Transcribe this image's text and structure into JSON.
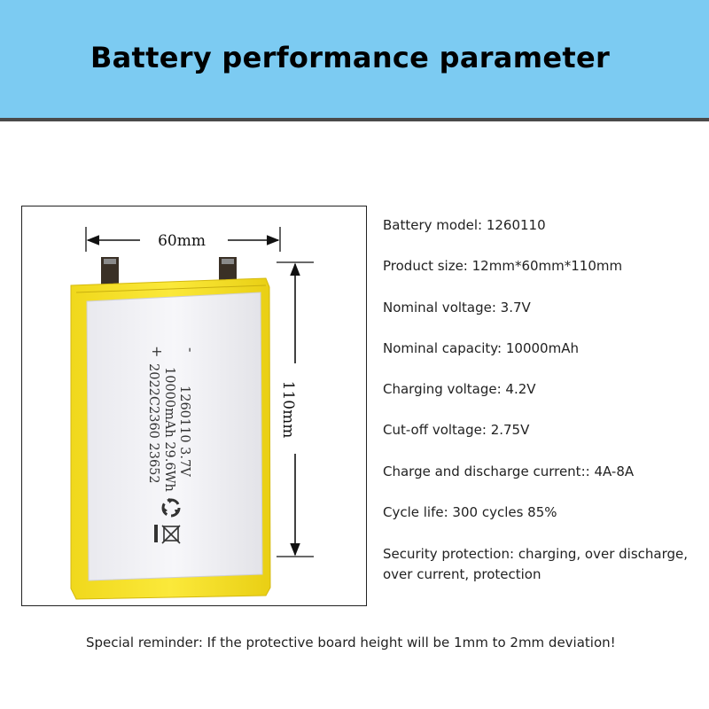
{
  "header": {
    "title": "Battery performance parameter",
    "background": "#7ccbf2"
  },
  "diagram": {
    "width_label": "60mm",
    "height_label": "110mm",
    "print_line1": "1260110 3.7V",
    "print_line2": "10000mAh 29.6Wh",
    "print_line3": "2022C2360 23652",
    "minus_sign": "-",
    "plus_sign": "+",
    "body_color": "#f5e32a",
    "icons": [
      "recycle-icon",
      "crossed-bin-icon"
    ]
  },
  "params": [
    "Battery model: 1260110",
    "Product size: 12mm*60mm*110mm",
    "Nominal voltage: 3.7V",
    "Nominal capacity: 10000mAh",
    "Charging voltage: 4.2V",
    "Cut-off voltage: 2.75V",
    "Charge and discharge current:: 4A-8A",
    "Cycle life: 300 cycles 85%",
    "Security protection: charging, over discharge, over current, protection"
  ],
  "reminder": "Special reminder: If the protective board height will be 1mm to 2mm deviation!"
}
